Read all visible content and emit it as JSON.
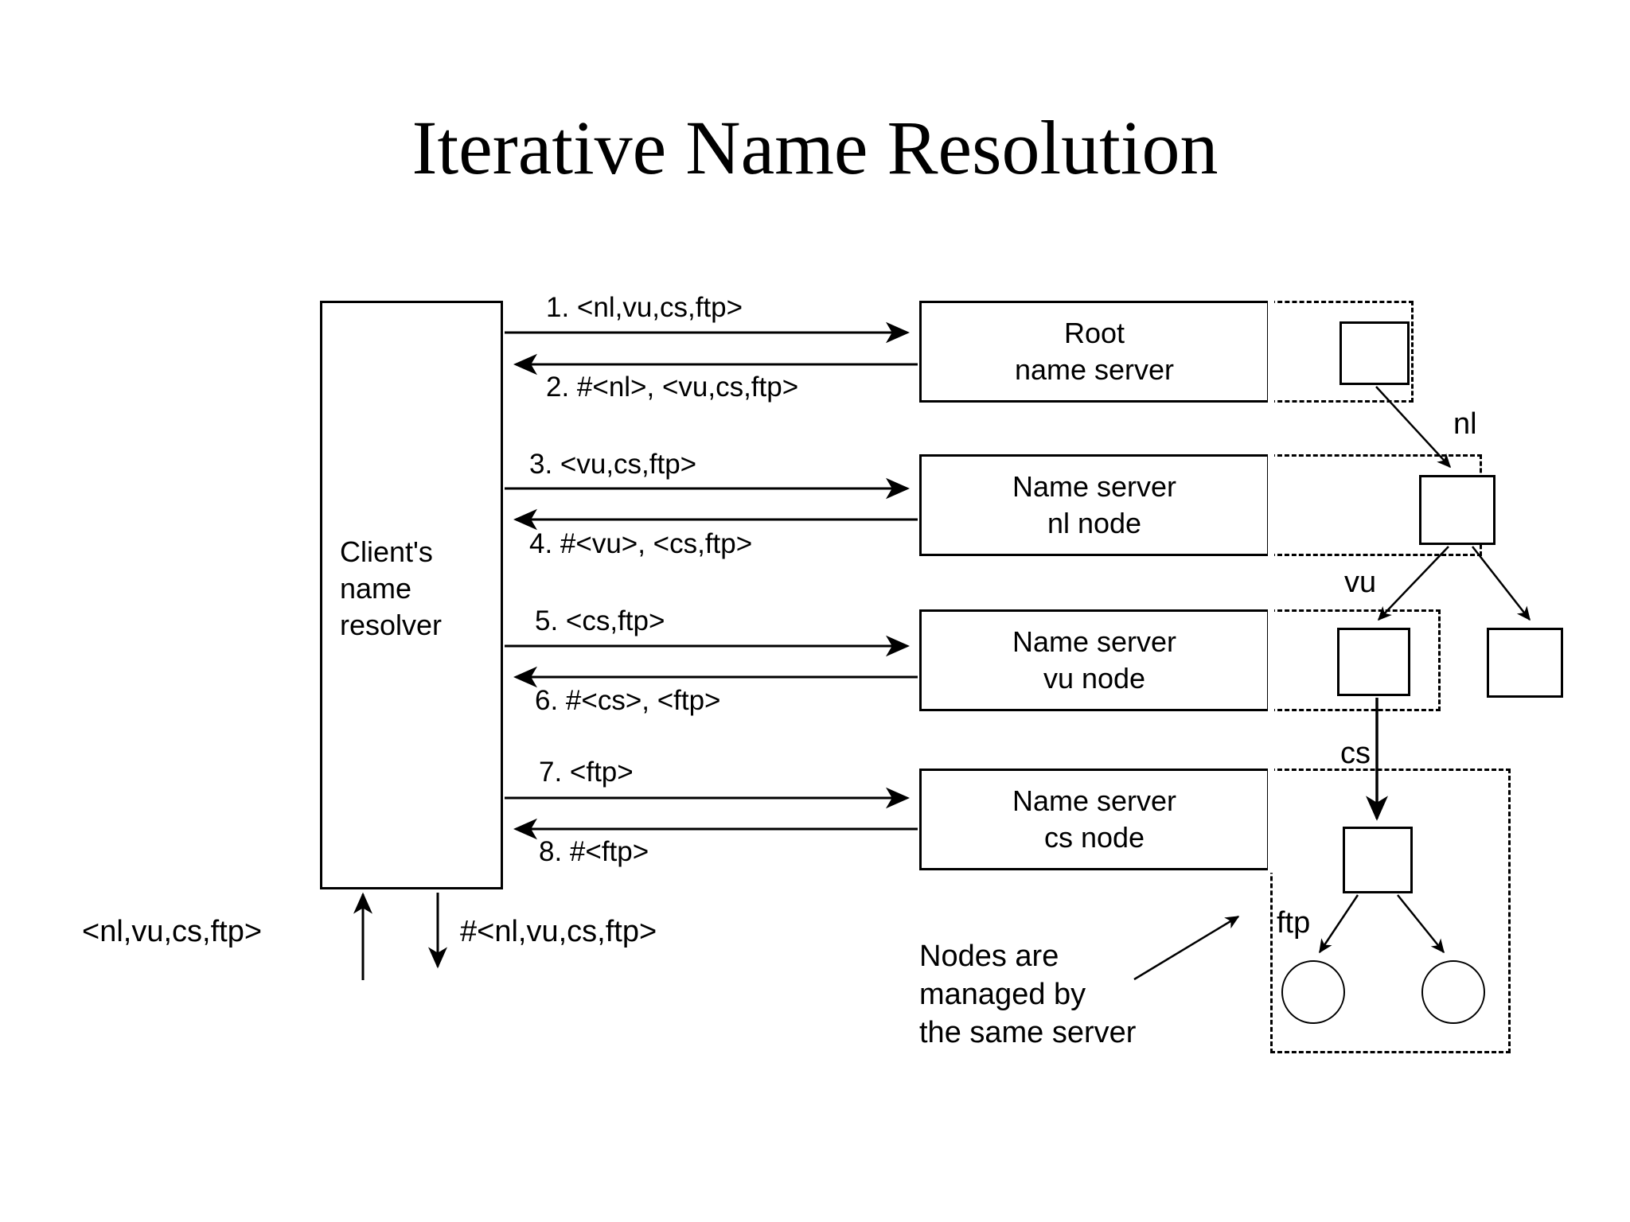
{
  "title": "Iterative Name Resolution",
  "client": {
    "label": "Client's\nname\nresolver"
  },
  "servers": [
    {
      "label": "Root\nname server"
    },
    {
      "label": "Name server\nnl node"
    },
    {
      "label": "Name server\nvu node"
    },
    {
      "label": "Name server\ncs node"
    }
  ],
  "messages": [
    {
      "num": "1.",
      "text": "1.  <nl,vu,cs,ftp>"
    },
    {
      "num": "2.",
      "text": "2. #<nl>,  <vu,cs,ftp>"
    },
    {
      "num": "3.",
      "text": "3.  <vu,cs,ftp>"
    },
    {
      "num": "4.",
      "text": "4. #<vu>,  <cs,ftp>"
    },
    {
      "num": "5.",
      "text": "5.  <cs,ftp>"
    },
    {
      "num": "6.",
      "text": "6. #<cs>,  <ftp>"
    },
    {
      "num": "7.",
      "text": "7.  <ftp>"
    },
    {
      "num": "8.",
      "text": "8. #<ftp>"
    }
  ],
  "bottom": {
    "request": "<nl,vu,cs,ftp>",
    "response": "#<nl,vu,cs,ftp>"
  },
  "tree_labels": {
    "nl": "nl",
    "vu": "vu",
    "cs": "cs",
    "ftp": "ftp"
  },
  "note": "Nodes are\nmanaged by\nthe same server",
  "colors": {
    "stroke": "#000000",
    "background": "#ffffff"
  }
}
